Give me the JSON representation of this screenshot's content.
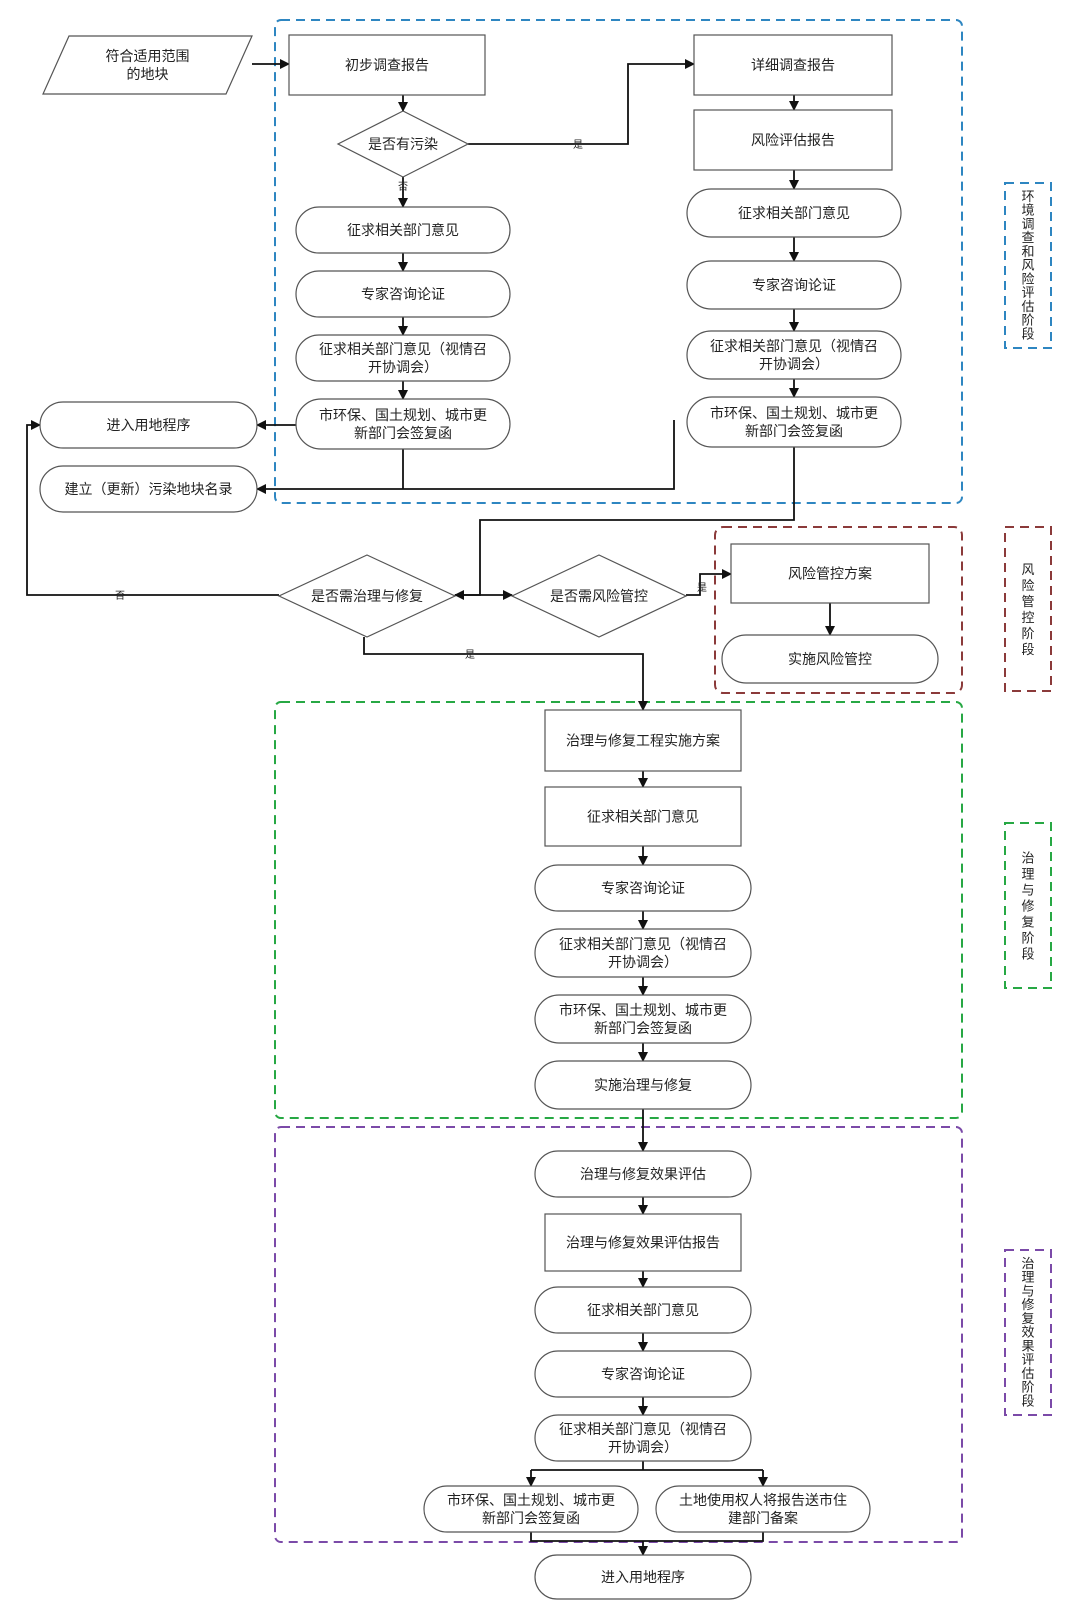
{
  "nodes": {
    "start": [
      "符合适用范围",
      "的地块"
    ],
    "prelim_report": [
      "初步调查报告"
    ],
    "has_pollution": [
      "是否有污染"
    ],
    "a_opinion": [
      "征求相关部门意见"
    ],
    "a_expert": [
      "专家咨询论证"
    ],
    "a_opinion_meeting": [
      "征求相关部门意见（视情召",
      "开协调会）"
    ],
    "a_sign": [
      "市环保、国土规划、城市更",
      "新部门会签复函"
    ],
    "detail_report": [
      "详细调查报告"
    ],
    "risk_report": [
      "风险评估报告"
    ],
    "b_opinion": [
      "征求相关部门意见"
    ],
    "b_expert": [
      "专家咨询论证"
    ],
    "b_opinion_meeting": [
      "征求相关部门意见（视情召",
      "开协调会）"
    ],
    "b_sign": [
      "市环保、国土规划、城市更",
      "新部门会签复函"
    ],
    "enter_land_top": [
      "进入用地程序"
    ],
    "build_list": [
      "建立（更新）污染地块名录"
    ],
    "need_remediation": [
      "是否需治理与修复"
    ],
    "need_risk_control": [
      "是否需风险管控"
    ],
    "risk_plan": [
      "风险管控方案"
    ],
    "risk_implement": [
      "实施风险管控"
    ],
    "c_plan": [
      "治理与修复工程实施方案"
    ],
    "c_opinion": [
      "征求相关部门意见"
    ],
    "c_expert": [
      "专家咨询论证"
    ],
    "c_opinion_meeting": [
      "征求相关部门意见（视情召",
      "开协调会）"
    ],
    "c_sign": [
      "市环保、国土规划、城市更",
      "新部门会签复函"
    ],
    "c_implement": [
      "实施治理与修复"
    ],
    "d_eval": [
      "治理与修复效果评估"
    ],
    "d_eval_report": [
      "治理与修复效果评估报告"
    ],
    "d_opinion": [
      "征求相关部门意见"
    ],
    "d_expert": [
      "专家咨询论证"
    ],
    "d_opinion_meeting": [
      "征求相关部门意见（视情召",
      "开协调会）"
    ],
    "d_sign": [
      "市环保、国土规划、城市更",
      "新部门会签复函"
    ],
    "d_filing": [
      "土地使用权人将报告送市住",
      "建部门备案"
    ],
    "enter_land_bottom": [
      "进入用地程序"
    ]
  },
  "stages": {
    "survey": "环境调查和风险评估阶段",
    "risk_control": "风险管控阶段",
    "remediation": "治理与修复阶段",
    "evaluation": "治理与修复效果评估阶段"
  },
  "edge_labels": {
    "yes": "是",
    "no": "否"
  },
  "colors": {
    "survey": "#2e86c1",
    "risk_control": "#8b3a3a",
    "remediation": "#27a844",
    "evaluation": "#7b4aa8"
  }
}
